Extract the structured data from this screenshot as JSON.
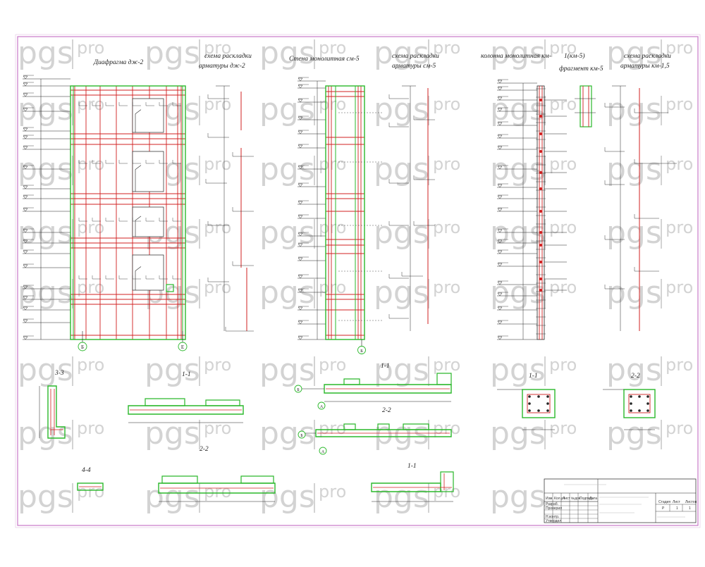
{
  "watermark": {
    "parts": [
      "pgs",
      "pro"
    ],
    "color": "#d3d3d3"
  },
  "colors": {
    "frame": "#c879c8",
    "ink": "#222222",
    "rebar": "#d02020",
    "concrete": "#2ab82a",
    "paper": "#ffffff"
  },
  "titles": {
    "t1": "Диафрагма дж-2",
    "t2a": "схема раскладки",
    "t2b": "арматуры дж-2",
    "t3": "Стена монолитная см-5",
    "t4a": "схема раскладки",
    "t4b": "арматуры см-5",
    "t5a": "колонна монолитная км-",
    "t5b": "1(км-5)",
    "t5c": "фрагмент км-5",
    "t6a": "схема раскладки",
    "t6b": "арматуры км-1,5"
  },
  "sections": {
    "s1": "1-1",
    "s2": "2-2",
    "s3": "3-3",
    "s4": "4-4",
    "s5": "1-1",
    "s6": "2-2",
    "s7": "1-1",
    "s8": "1-1",
    "s9": "2-2"
  },
  "axes": [
    "Б",
    "Е",
    "Б",
    "А",
    "Б",
    "А",
    "Б"
  ],
  "stamp": {
    "header": [
      "Изм.",
      "Кол.уч",
      "Лист",
      "№док.",
      "Подпись",
      "Дата"
    ],
    "left_rows": [
      "Разраб.",
      "Проверил",
      "",
      "Н.контр.",
      "Утвердил"
    ],
    "title_main": "",
    "stage_header": [
      "Стадия",
      "Лист",
      "Листов"
    ],
    "stage_values": [
      "Р",
      "1",
      "1"
    ]
  }
}
